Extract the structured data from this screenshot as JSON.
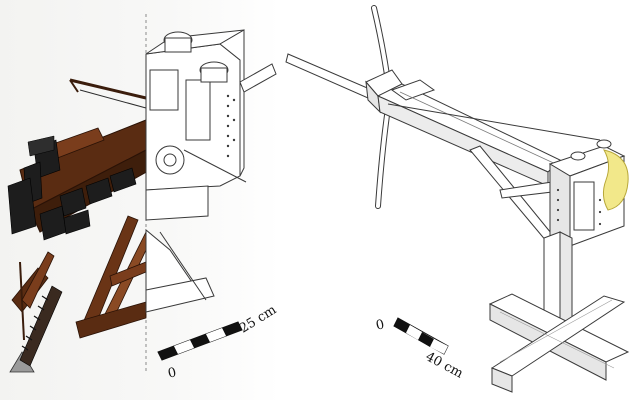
{
  "left_view": {
    "scale_zero": "0",
    "scale_length": "25 cm"
  },
  "right_view": {
    "scale_zero": "0",
    "scale_length": "40 cm"
  },
  "colors": {
    "wood_dark": "#4a2614",
    "wood_mid": "#7a3d1c",
    "wood_light": "#9b5a32",
    "metal_dark": "#1e1e1e",
    "line_art": "#3a3a3a",
    "highlight_yellow": "#f2e88a"
  }
}
